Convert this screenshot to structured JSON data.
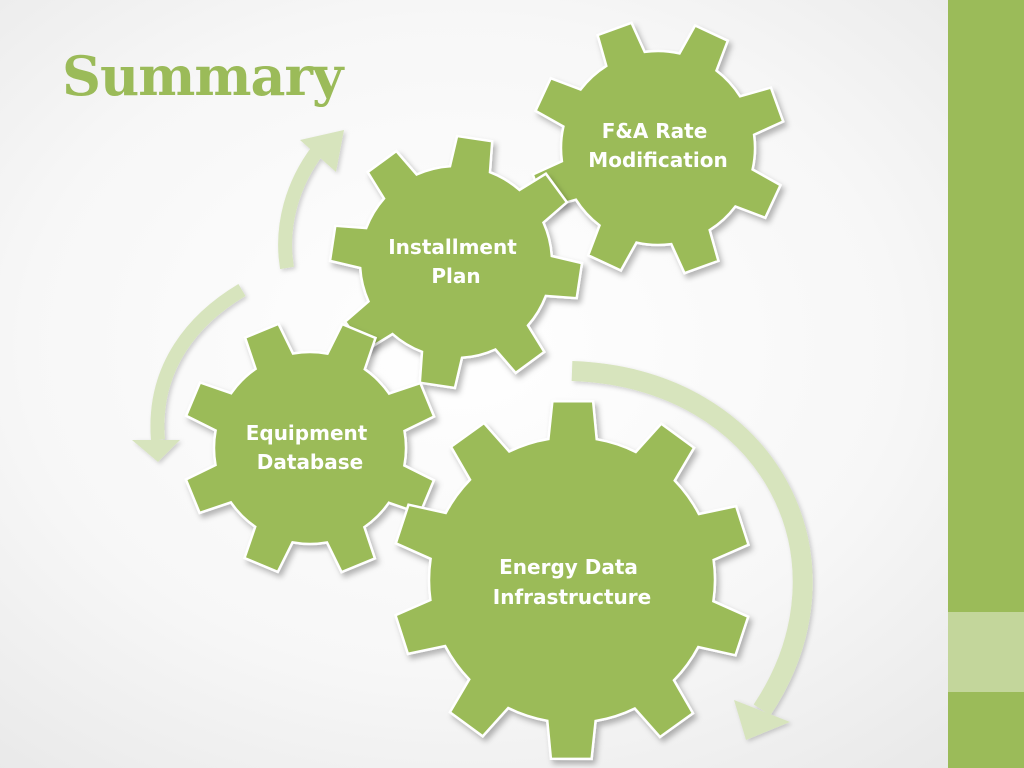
{
  "title": "Summary",
  "colors": {
    "accent": "#9bbb59",
    "accent_light": "#c3d69b",
    "arrow": "#d7e4bd",
    "label": "#ffffff"
  },
  "gears": [
    {
      "id": "fa-rate",
      "label_lines": [
        "F&A Rate",
        "Modification"
      ]
    },
    {
      "id": "installment-plan",
      "label_lines": [
        "Installment",
        "Plan"
      ]
    },
    {
      "id": "equipment-database",
      "label_lines": [
        "Equipment",
        "Database"
      ]
    },
    {
      "id": "energy-data",
      "label_lines": [
        "Energy Data",
        "Infrastructure"
      ]
    }
  ],
  "icons": [
    "curved-arrow-icon",
    "gear-icon"
  ]
}
